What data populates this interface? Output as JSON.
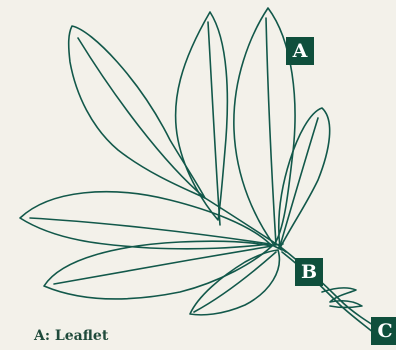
{
  "colors": {
    "background": "#f3f1ea",
    "line": "#12584a",
    "badge": "#0f4f3c"
  },
  "labels": {
    "a": "A",
    "b": "B",
    "c": "C"
  },
  "legend": {
    "a": "A: Leaflet"
  }
}
